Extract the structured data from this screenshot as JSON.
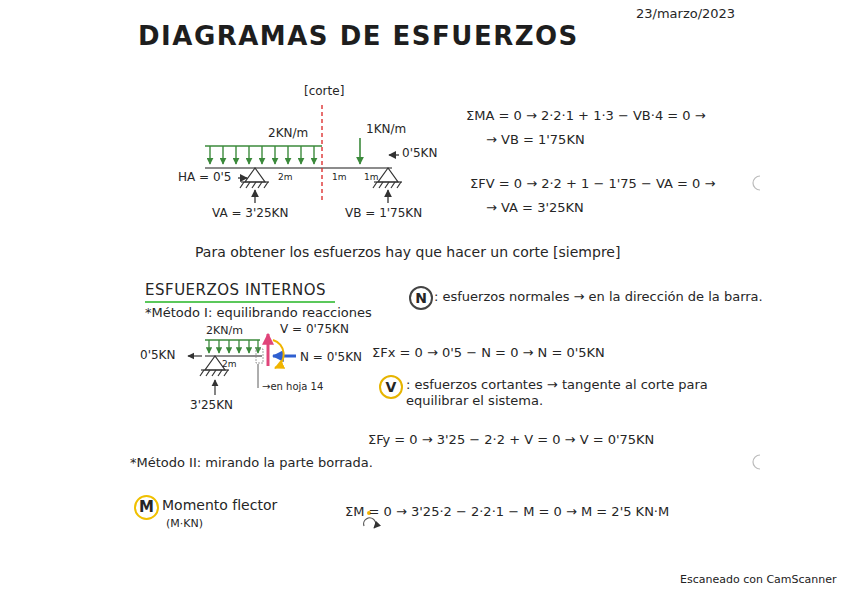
{
  "diagram": {
    "title": "DIAGRAMAS DE ESFUERZOS",
    "nodes": [
      {
        "text": [
          "N"
        ]
      },
      {
        "text": [
          "V"
        ]
      },
      {
        "text": [
          "M"
        ]
      }
    ],
    "labels": [
      "23/marzo/2023",
      "[corte]",
      "2KN/m",
      "1KN/m",
      "0'5KN",
      "HA = 0'5",
      "2m",
      "1m",
      "1m",
      "VA = 3'25KN",
      "VB = 1'75KN",
      "ΣMA = 0 → 2·2·1 + 1·3 − VB·4 = 0 →",
      "→ VB = 1'75KN",
      "ΣFV = 0 → 2·2 + 1 − 1'75 − VA = 0 →",
      "→ VA = 3'25KN",
      "Para obtener los esfuerzos hay que hacer un corte [siempre]",
      "ESFUERZOS INTERNOS",
      "*Método I: equilibrando reacciones",
      ": esfuerzos normales → en la dirección de la barra.",
      "2KN/m",
      "V = 0'75KN",
      "0'5KN",
      "N = 0'5KN",
      "2m",
      "3'25KN",
      "→en hoja 14",
      "ΣFx = 0 → 0'5 − N = 0 → N = 0'5KN",
      ": esfuerzos cortantes → tangente al corte para equilibrar el sistema.",
      "ΣFy = 0 → 3'25 − 2·2 + V = 0 → V = 0'75KN",
      "*Método II: mirando la parte borrada.",
      "Momento flector",
      "(M·KN)",
      "ΣM = 0 → 3'25·2 − 2·2·1 − M = 0 → M = 2'5 KN·M",
      "Escaneado con CamScanner"
    ]
  }
}
